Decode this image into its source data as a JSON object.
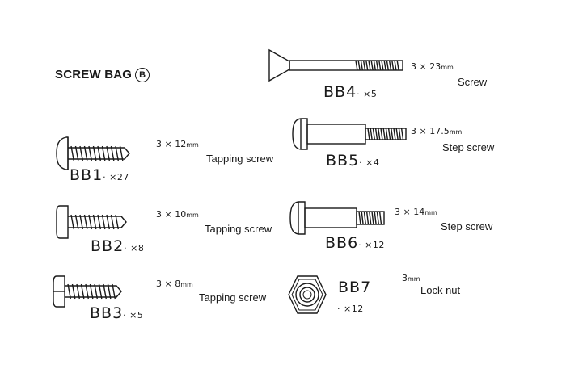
{
  "title": {
    "text": "SCREW BAG",
    "bag_mark": "B"
  },
  "parts": [
    {
      "id": "bb4",
      "code": "BB4",
      "qty": "· ×5",
      "size": "3 × 23",
      "unit": "mm",
      "desc": "Screw"
    },
    {
      "id": "bb1",
      "code": "BB1",
      "qty": "· ×27",
      "size": "3 × 12",
      "unit": "mm",
      "desc": "Tapping screw"
    },
    {
      "id": "bb5",
      "code": "BB5",
      "qty": "· ×4",
      "size": "3 × 17.5",
      "unit": "mm",
      "desc": "Step screw"
    },
    {
      "id": "bb2",
      "code": "BB2",
      "qty": "· ×8",
      "size": "3 × 10",
      "unit": "mm",
      "desc": "Tapping screw"
    },
    {
      "id": "bb6",
      "code": "BB6",
      "qty": "· ×12",
      "size": "3 × 14",
      "unit": "mm",
      "desc": "Step screw"
    },
    {
      "id": "bb3",
      "code": "BB3",
      "qty": "· ×5",
      "size": "3 × 8",
      "unit": "mm",
      "desc": "Tapping screw"
    },
    {
      "id": "bb7",
      "code": "BB7",
      "qty": "· ×12",
      "size": "3",
      "unit": "mm",
      "desc": "Lock nut"
    }
  ]
}
